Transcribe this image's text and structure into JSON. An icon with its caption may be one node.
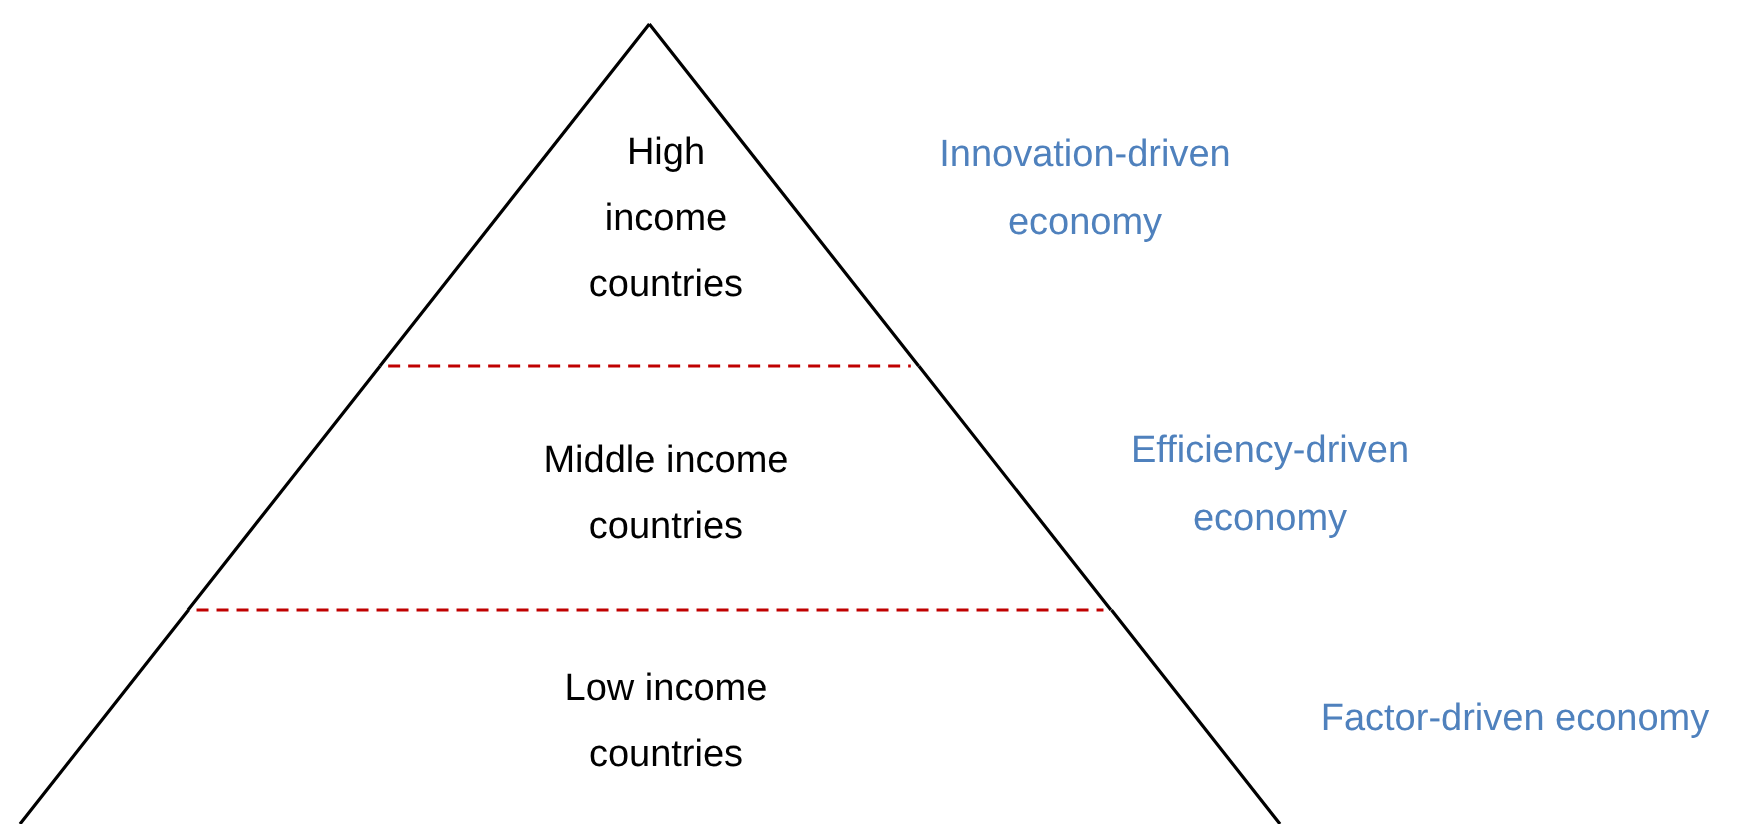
{
  "diagram": {
    "nodes": [
      {
        "text": [
          "High income countries"
        ],
        "beside": [
          "Innovation-driven economy"
        ]
      },
      {
        "text": [
          "Middle income countries"
        ],
        "beside": [
          "Efficiency-driven economy"
        ]
      },
      {
        "text": [
          "Low income countries"
        ],
        "beside": [
          "Factor-driven economy"
        ]
      }
    ]
  }
}
